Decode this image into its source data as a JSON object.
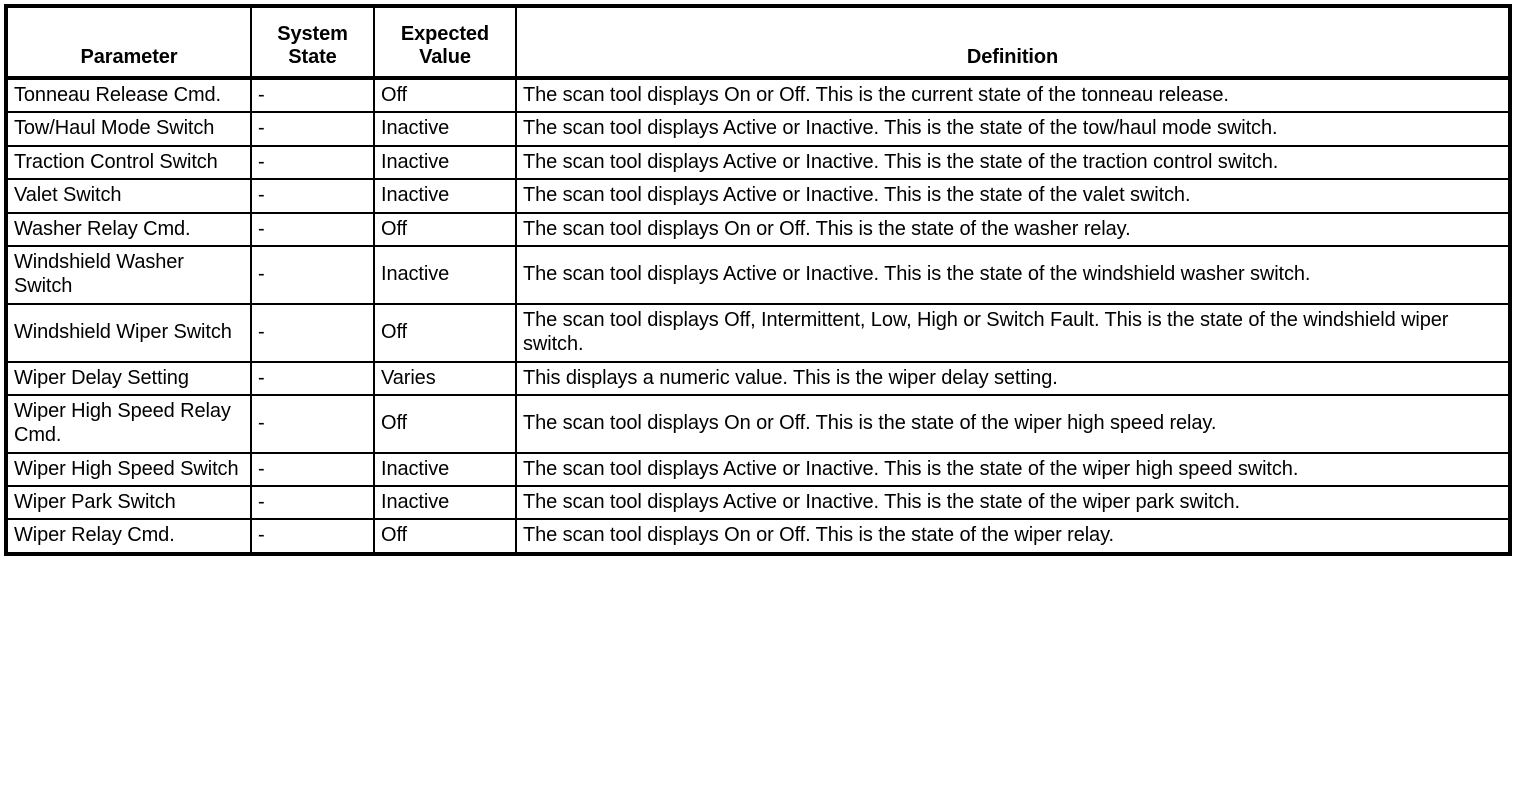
{
  "table": {
    "columns": [
      {
        "key": "parameter",
        "label": "Parameter"
      },
      {
        "key": "state",
        "label": "System\nState"
      },
      {
        "key": "value",
        "label": "Expected\nValue"
      },
      {
        "key": "definition",
        "label": "Definition"
      }
    ],
    "rows": [
      {
        "parameter": "Tonneau Release Cmd.",
        "state": "-",
        "value": "Off",
        "definition": "The scan tool displays On or Off. This is the current state of the tonneau release."
      },
      {
        "parameter": "Tow/Haul Mode Switch",
        "state": "-",
        "value": "Inactive",
        "definition": "The scan tool displays Active or Inactive. This is the state of the tow/haul mode switch."
      },
      {
        "parameter": "Traction Control Switch",
        "state": "-",
        "value": "Inactive",
        "definition": "The scan tool displays Active or Inactive. This is the state of the traction control switch."
      },
      {
        "parameter": "Valet Switch",
        "state": "-",
        "value": "Inactive",
        "definition": "The scan tool displays Active or Inactive. This is the state of the valet switch."
      },
      {
        "parameter": "Washer Relay Cmd.",
        "state": "-",
        "value": "Off",
        "definition": "The scan tool displays On or Off. This is the state of the washer relay."
      },
      {
        "parameter": "Windshield Washer Switch",
        "state": "-",
        "value": "Inactive",
        "definition": "The scan tool displays Active or Inactive. This is the state of the windshield washer switch."
      },
      {
        "parameter": "Windshield Wiper Switch",
        "state": "-",
        "value": "Off",
        "definition": "The scan tool displays Off, Intermittent, Low, High or Switch Fault. This is the state of the windshield wiper switch."
      },
      {
        "parameter": "Wiper Delay Setting",
        "state": "-",
        "value": "Varies",
        "definition": "This displays a numeric value. This is the wiper delay setting."
      },
      {
        "parameter": "Wiper High Speed Relay Cmd.",
        "state": "-",
        "value": "Off",
        "definition": "The scan tool displays On or Off. This is the state of the wiper high speed relay."
      },
      {
        "parameter": "Wiper High Speed Switch",
        "state": "-",
        "value": "Inactive",
        "definition": "The scan tool displays Active or Inactive. This is the state of the wiper high speed switch."
      },
      {
        "parameter": "Wiper Park Switch",
        "state": "-",
        "value": "Inactive",
        "definition": "The scan tool displays Active or Inactive. This is the state of the wiper park switch."
      },
      {
        "parameter": "Wiper Relay Cmd.",
        "state": "-",
        "value": "Off",
        "definition": "The scan tool displays On or Off. This is the state of the wiper relay."
      }
    ]
  },
  "style": {
    "text_color": "#000000",
    "background_color": "#FFFFFF",
    "border_color": "#000000"
  }
}
